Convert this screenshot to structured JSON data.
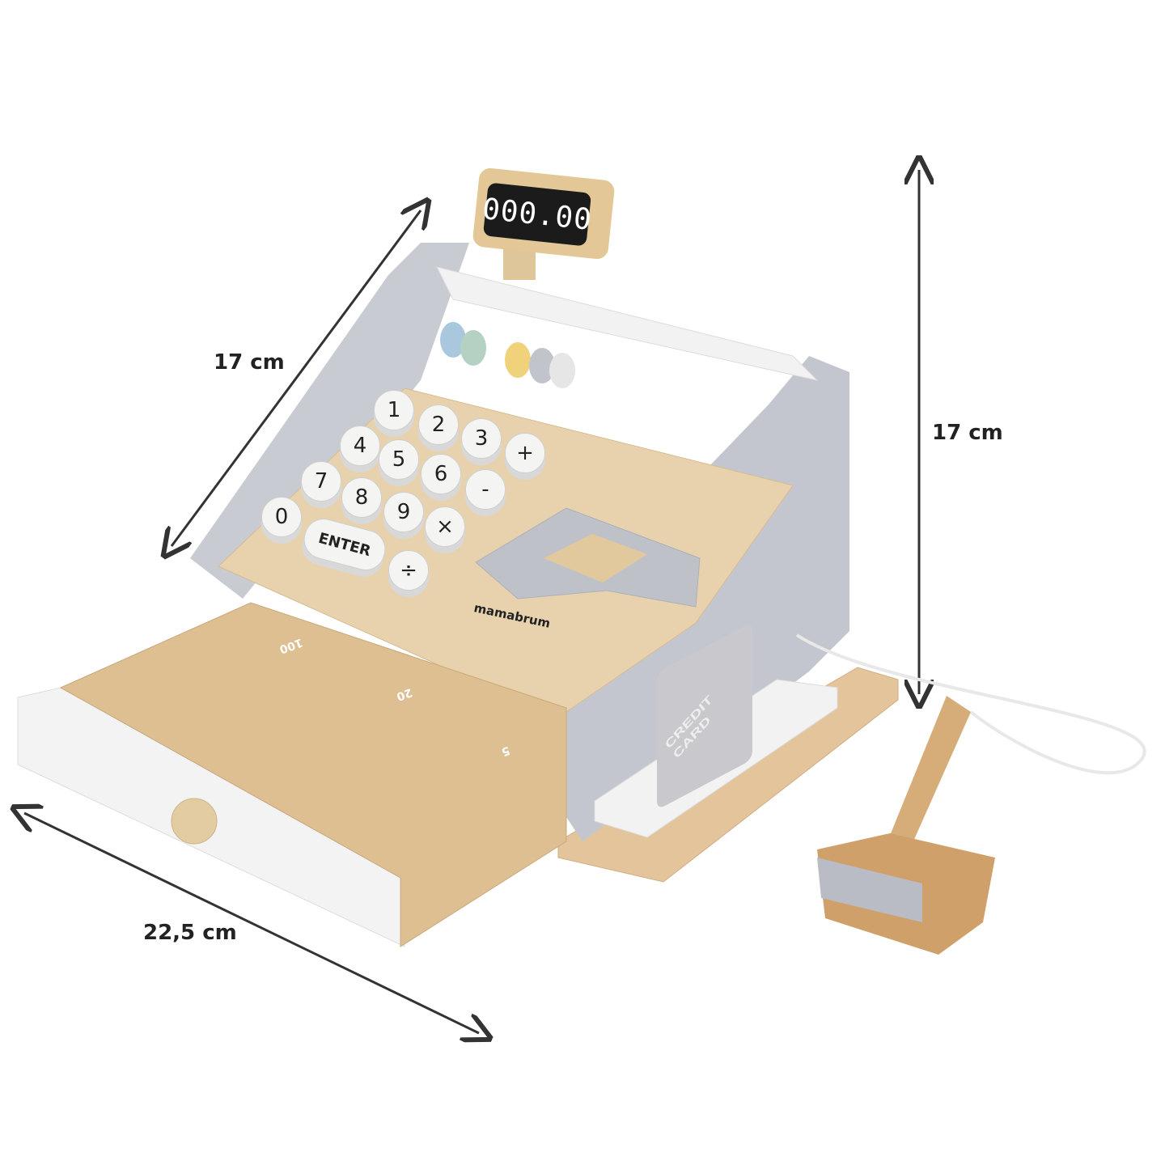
{
  "image": {
    "subject": "Wooden toy cash register with dimension annotations",
    "background": "#ffffff"
  },
  "dimensions": {
    "depth": {
      "label": "17 cm"
    },
    "height": {
      "label": "17 cm"
    },
    "width": {
      "label": "22,5 cm"
    }
  },
  "product": {
    "display_value": "000.00",
    "brand": "mamabrum",
    "keypad": [
      "1",
      "2",
      "3",
      "+",
      "4",
      "5",
      "6",
      "-",
      "7",
      "8",
      "9",
      "×",
      "0",
      "ENTER",
      "÷"
    ],
    "card_text": "CREDIT CARD",
    "bills": [
      "100",
      "20",
      "5"
    ]
  },
  "colors": {
    "wood": "#e6cfa8",
    "gray_body": "#c9cbd3",
    "white": "#f7f7f7",
    "arrow": "#333333",
    "lcd": "#1b1b1b"
  }
}
